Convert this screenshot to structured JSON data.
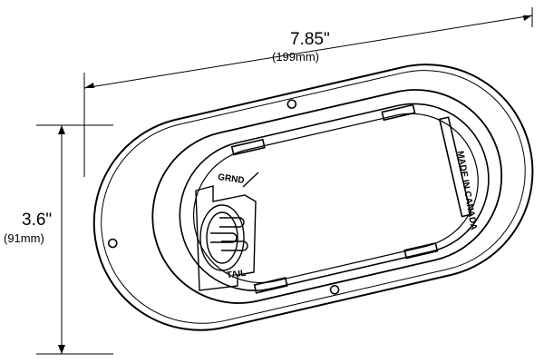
{
  "dimensions": {
    "width_in": "7.85\"",
    "width_mm": "(199mm)",
    "height_in": "3.6\"",
    "height_mm": "(91mm)"
  },
  "labels": {
    "made_in": "MADE IN CANADA",
    "ground": "GRND",
    "tail": "TAIL"
  }
}
